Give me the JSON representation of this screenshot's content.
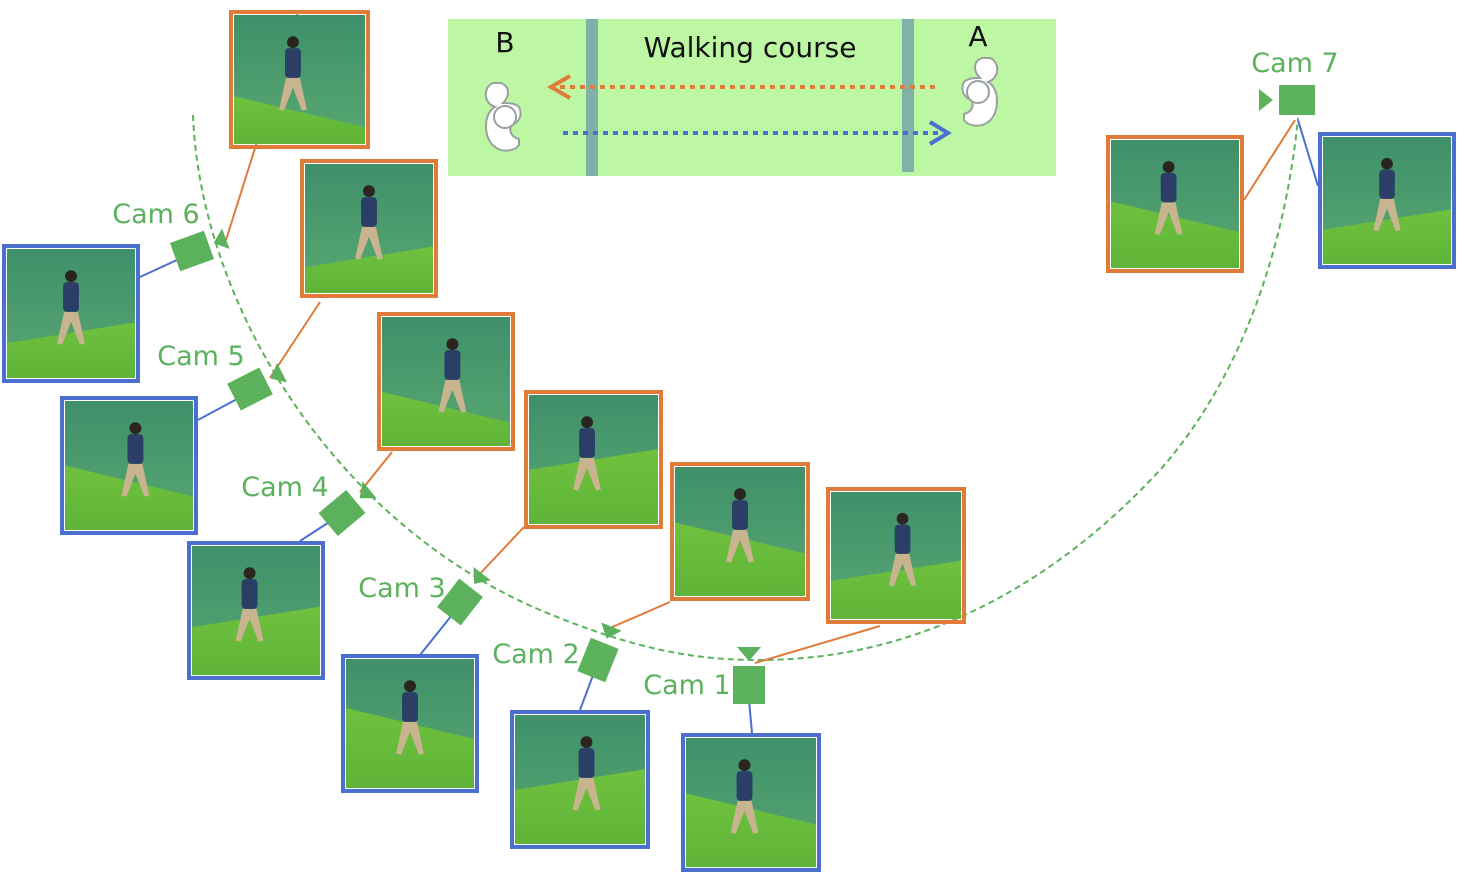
{
  "legend": {
    "title": "Walking course",
    "left_label": "B",
    "right_label": "A",
    "colors": {
      "panel": "#bdf7a4",
      "track": "#7fb3a8",
      "dir_a_to_b": "#e07b39",
      "dir_b_to_a": "#4a6fcf"
    }
  },
  "cameras": [
    {
      "id": "cam1",
      "label": "Cam 1"
    },
    {
      "id": "cam2",
      "label": "Cam 2"
    },
    {
      "id": "cam3",
      "label": "Cam 3"
    },
    {
      "id": "cam4",
      "label": "Cam 4"
    },
    {
      "id": "cam5",
      "label": "Cam 5"
    },
    {
      "id": "cam6",
      "label": "Cam 6"
    },
    {
      "id": "cam7",
      "label": "Cam 7"
    }
  ],
  "colors": {
    "camera": "#5cb25c",
    "arc": "#5cb25c",
    "frame_a_to_b": "#e07b39",
    "frame_b_to_a": "#4a6fcf",
    "scene_wall": "#4f9a6b",
    "scene_floor": "#6cc23f",
    "person_top": "#2b3f66",
    "person_pants": "#c8b48f"
  },
  "icons": {
    "person_top_view": "person-top-view-icon",
    "camera": "camera-icon"
  }
}
